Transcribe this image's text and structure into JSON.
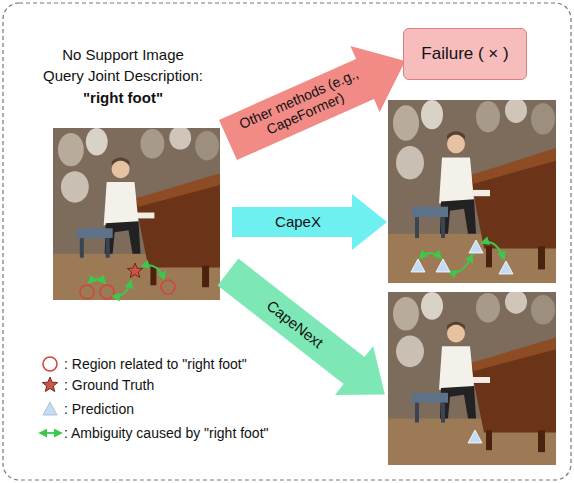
{
  "diagram": {
    "nodes": [
      {
        "text": [
          "Failure ( × )"
        ]
      }
    ],
    "labels": [
      "No Support Image",
      "Query Joint Description:",
      "\"right foot\"",
      "Other methods (e.g., CapeFormer)",
      "CapeX",
      "CapeNext"
    ],
    "legend": [
      {
        "text": ": Region related to \"right foot\""
      },
      {
        "text": ": Ground Truth"
      },
      {
        "text": ": Prediction"
      },
      {
        "text": ": Ambiguity caused by \"right foot\""
      }
    ]
  }
}
